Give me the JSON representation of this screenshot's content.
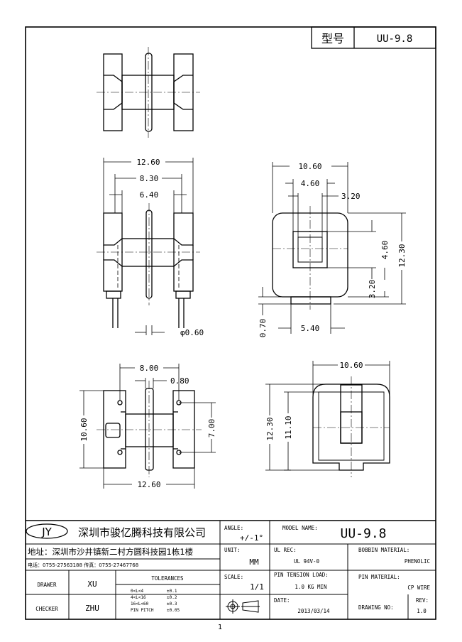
{
  "title_block": {
    "type_label": "型号",
    "type_value": "UU-9.8",
    "company_logo": "JY",
    "company_name": "深圳市骏亿腾科技有限公司",
    "address": "地址：深圳市沙井镇新二村方圆科技园1栋1楼",
    "phone_fax": "电话：0755-27563188  传真：0755-27467768",
    "angle_label": "ANGLE:",
    "angle_value": "+/-1°",
    "model_name_label": "MODEL NAME:",
    "model_name_value": "UU-9.8",
    "unit_label": "UNIT:",
    "unit_value": "MM",
    "ul_rec_label": "UL REC:",
    "ul_rec_value": "UL 94V-0",
    "bobbin_material_label": "BOBBIN MATERIAL:",
    "bobbin_material_value": "PHENOLIC",
    "scale_label": "SCALE:",
    "scale_value": "1/1",
    "pin_tension_label": "PIN TENSION LOAD:",
    "pin_tension_value": "1.0 KG MIN",
    "pin_material_label": "PIN MATERIAL:",
    "pin_material_value": "CP WIRE",
    "drawer_label": "DRAWER",
    "drawer_value": "XU",
    "checker_label": "CHECKER",
    "checker_value": "ZHU",
    "tolerances_label": "TOLERANCES",
    "tolerances": [
      {
        "range": "0<L<4",
        "value": "±0.1"
      },
      {
        "range": "4<L<16",
        "value": "±0.2"
      },
      {
        "range": "16<L<60",
        "value": "±0.3"
      },
      {
        "range": "PIN PITCH",
        "value": "±0.05"
      }
    ],
    "date_label": "DATE:",
    "date_value": "2013/03/14",
    "drawing_no_label": "DRAWING NO:",
    "rev_label": "REV:",
    "rev_value": "1.0"
  },
  "dimensions": {
    "front_width_outer": "12.60",
    "front_width_mid": "8.30",
    "front_width_inner": "6.40",
    "pin_diameter": "φ0.60",
    "side_width": "10.60",
    "side_window": "4.60",
    "side_wall": "3.20",
    "side_height_window": "4.60",
    "side_height_total": "12.30",
    "side_base": "3.20",
    "side_standoff": "0.70",
    "side_foot": "5.40",
    "bottom_pitch": "8.00",
    "bottom_flange": "0.80",
    "bottom_height": "10.60",
    "bottom_pin_spacing": "7.00",
    "bottom_width": "12.60",
    "top_width": "10.60",
    "top_height_total": "12.30",
    "top_height_inner": "11.10"
  },
  "page_number": "1"
}
